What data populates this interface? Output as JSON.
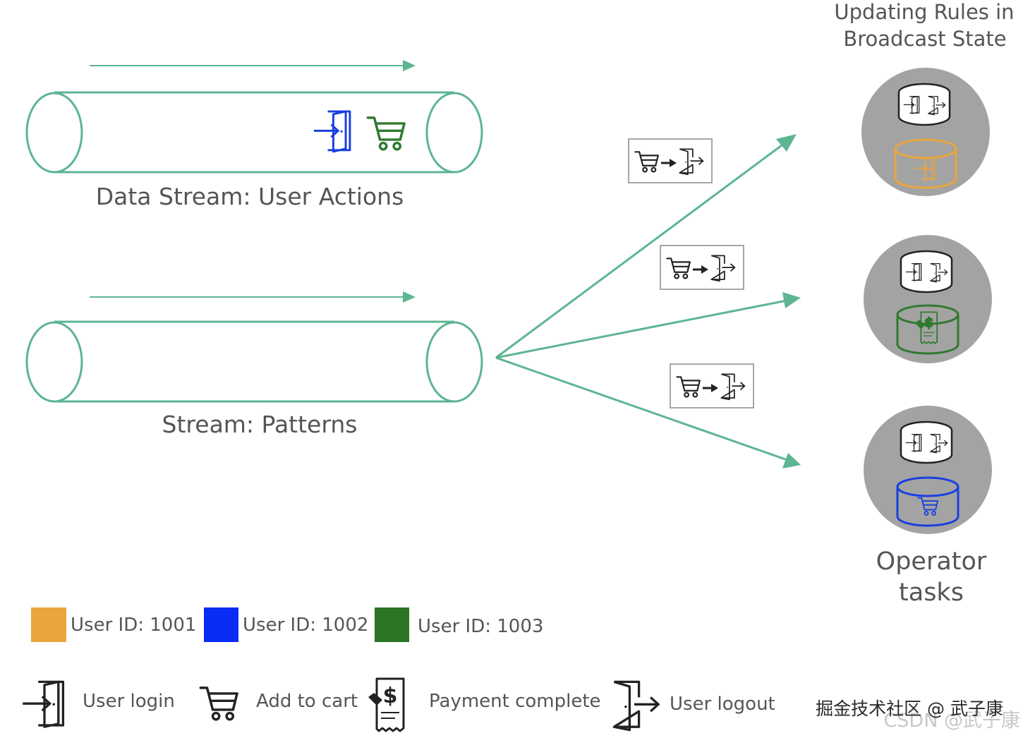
{
  "diagram": {
    "title": "Updating Rules in Broadcast State",
    "title_lines": [
      "Updating Rules in",
      "Broadcast State"
    ],
    "streams": [
      {
        "label": "Data Stream: User Actions",
        "icons": [
          "login-icon",
          "cart-icon"
        ]
      },
      {
        "label": "Stream: Patterns"
      }
    ],
    "pattern_boxes": [
      {
        "icons": [
          "cart-icon",
          "arrow-right-icon",
          "logout-icon"
        ]
      },
      {
        "icons": [
          "cart-icon",
          "arrow-right-icon",
          "logout-icon"
        ]
      },
      {
        "icons": [
          "cart-icon",
          "arrow-right-icon",
          "logout-icon"
        ]
      }
    ],
    "operators_label_lines": [
      "Operator",
      "tasks"
    ],
    "operators": [
      {
        "user_color": "#e8a63c",
        "icon": "login-icon"
      },
      {
        "user_color": "#2f7a2f",
        "icon": "payment-icon"
      },
      {
        "user_color": "#1a3fe0",
        "icon": "cart-icon"
      }
    ],
    "legend_users": [
      {
        "label": "User ID: 1001",
        "color": "#e8a63c"
      },
      {
        "label": "User ID: 1002",
        "color": "#0a2cf5"
      },
      {
        "label": "User ID: 1003",
        "color": "#2b7524"
      }
    ],
    "legend_events": [
      {
        "label": "User login",
        "icon": "login-icon"
      },
      {
        "label": "Add to cart",
        "icon": "cart-icon"
      },
      {
        "label": "Payment complete",
        "icon": "payment-icon"
      },
      {
        "label": "User logout",
        "icon": "logout-icon"
      }
    ],
    "colors": {
      "pipe": "#5db592",
      "operator_disc": "#a3a3a3",
      "login_blue": "#1a3fe0",
      "cart_green": "#2f7a2f",
      "icon_dark": "#222222"
    }
  },
  "watermark": {
    "line1": "掘金技术社区 @ 武子康",
    "line2": "CSDN @武子康"
  }
}
